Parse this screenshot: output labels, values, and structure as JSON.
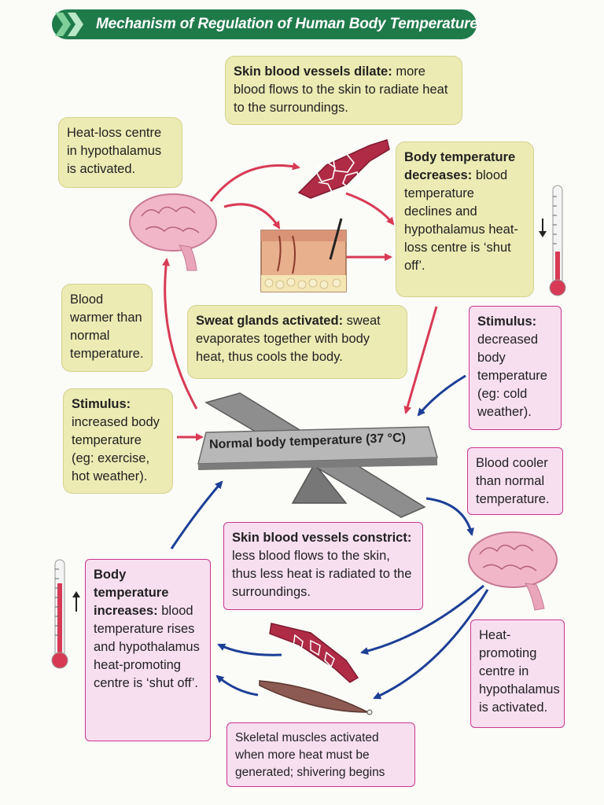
{
  "title": "Mechanism of Regulation of Human Body Temperature",
  "colors": {
    "title_bar": "#1f7a4a",
    "heat_loss_box": "#ecebb4",
    "heat_gain_box": "#f7dff0",
    "red_arrow": "#d83a55",
    "blue_arrow": "#1c3f96"
  },
  "center": {
    "label": "Normal body temperature (37 °C)"
  },
  "heat_loss": {
    "vessels_dilate": {
      "bold": "Skin blood vessels dilate:",
      "text": "more blood flows to the skin to radiate heat to the surroundings."
    },
    "heat_loss_centre": "Heat-loss centre in hypothalamus is activated.",
    "temperature_decreases": {
      "bold": "Body temperature decreases:",
      "text": "blood temperature declines and hypothalamus heat-loss centre is ‘shut off’."
    },
    "blood_warmer": "Blood warmer than normal temperature.",
    "sweat_glands": {
      "bold": "Sweat glands activated:",
      "text": "sweat evaporates together with body heat, thus cools the body."
    },
    "stimulus": {
      "bold": "Stimulus:",
      "text": "increased body temperature (eg: exercise, hot weather)."
    }
  },
  "heat_gain": {
    "stimulus": {
      "bold": "Stimulus:",
      "text": "decreased body temperature (eg: cold weather)."
    },
    "blood_cooler": "Blood cooler than normal temperature.",
    "vessels_constrict": {
      "bold": "Skin blood vessels constrict:",
      "text": "less blood flows to the skin, thus less heat is radiated to the surroundings."
    },
    "temperature_increases": {
      "bold": "Body temperature increases:",
      "text": "blood temperature rises and hypothalamus heat-promoting centre is ‘shut off’."
    },
    "heat_promoting_centre": "Heat-promoting centre in hypothalamus is activated.",
    "skeletal_muscles": "Skeletal muscles activated when more heat must be generated; shivering begins"
  }
}
